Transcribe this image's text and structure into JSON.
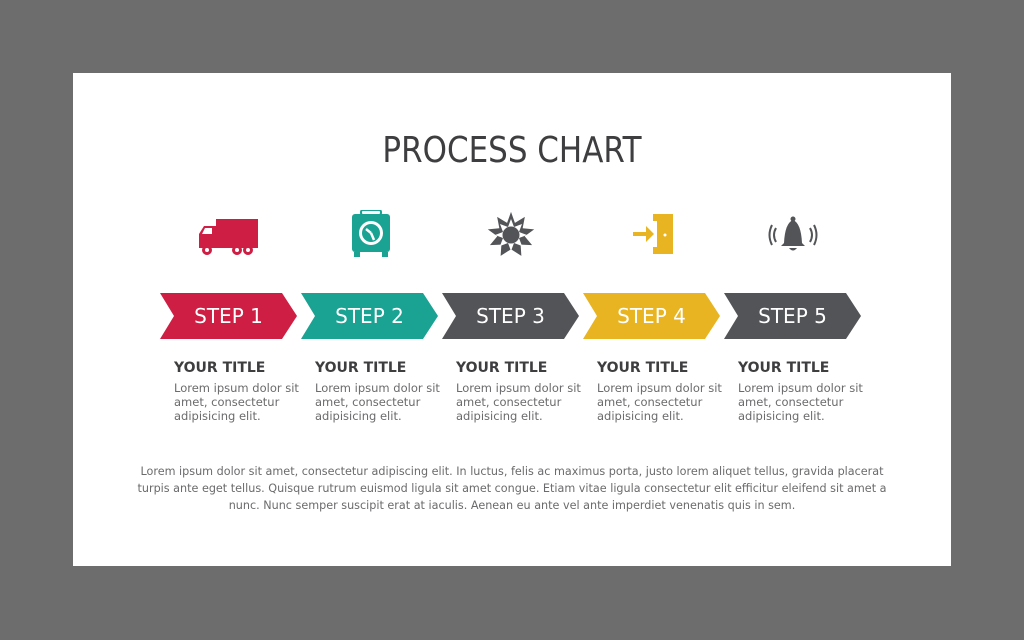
{
  "title": "PROCESS CHART",
  "colors": {
    "background": "#6d6d6d",
    "card": "#ffffff",
    "red": "#cf1e43",
    "teal": "#1aa293",
    "gray": "#525457",
    "yellow": "#e9b421",
    "text_dark": "#3e3e40",
    "text_light": "#6b6b6d"
  },
  "steps": [
    {
      "label": "STEP 1",
      "title": "YOUR TITLE",
      "desc": "Lorem ipsum dolor sit amet, consectetur adipisicing elit.",
      "icon": "truck-icon",
      "color": "#cf1e43"
    },
    {
      "label": "STEP 2",
      "title": "YOUR TITLE",
      "desc": "Lorem ipsum dolor sit amet, consectetur adipisicing elit.",
      "icon": "safe-icon",
      "color": "#1aa293"
    },
    {
      "label": "STEP 3",
      "title": "YOUR TITLE",
      "desc": "Lorem ipsum dolor sit amet, consectetur adipisicing elit.",
      "icon": "starburst-icon",
      "color": "#525457"
    },
    {
      "label": "STEP 4",
      "title": "YOUR TITLE",
      "desc": "Lorem ipsum dolor sit amet, consectetur adipisicing elit.",
      "icon": "enter-door-icon",
      "color": "#e9b421"
    },
    {
      "label": "STEP 5",
      "title": "YOUR TITLE",
      "desc": "Lorem ipsum dolor sit amet, consectetur adipisicing elit.",
      "icon": "bell-icon",
      "color": "#525457"
    }
  ],
  "body_text": "Lorem ipsum dolor sit amet, consectetur adipiscing elit. In luctus, felis ac maximus porta, justo lorem aliquet tellus, gravida placerat turpis ante eget tellus. Quisque rutrum euismod ligula sit amet congue. Etiam vitae ligula consectetur elit efficitur eleifend sit amet a nunc. Nunc semper suscipit erat at iaculis. Aenean eu ante vel ante imperdiet venenatis quis in sem."
}
